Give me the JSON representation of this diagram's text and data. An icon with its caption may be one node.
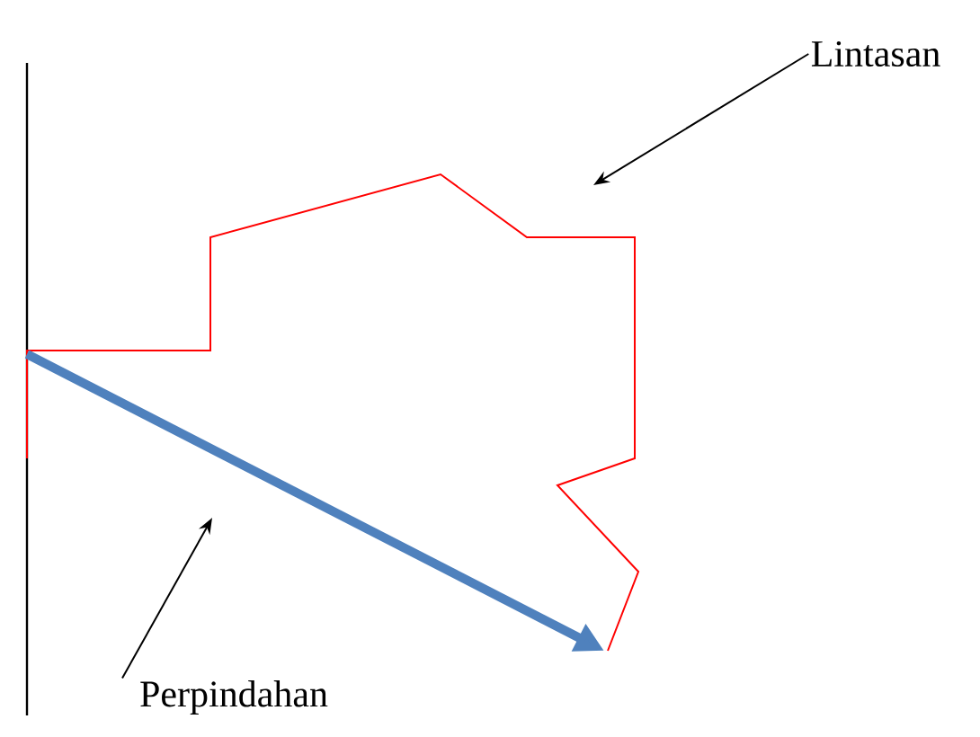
{
  "diagram": {
    "nodes": [
      {
        "text": [
          "Lintasan"
        ]
      },
      {
        "text": [
          "Perpindahan"
        ]
      }
    ],
    "edges": [
      {
        "from": 0,
        "to": null,
        "arrow": "to"
      },
      {
        "from": 1,
        "to": null,
        "arrow": "to"
      }
    ]
  }
}
